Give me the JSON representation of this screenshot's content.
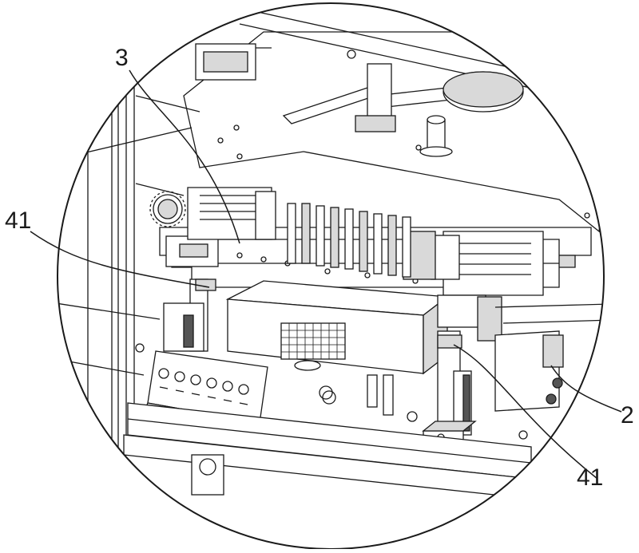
{
  "figure": {
    "labels": [
      {
        "id": "label-3",
        "text": "3"
      },
      {
        "id": "label-41-left",
        "text": "41"
      },
      {
        "id": "label-41-right",
        "text": "41"
      },
      {
        "id": "label-2",
        "text": "2"
      }
    ],
    "control_panel": {
      "button_count": 6
    },
    "colors": {
      "line": "#1a1a1a",
      "fill": "#ffffff",
      "shade": "#d9d9d9",
      "dark": "#555555"
    }
  }
}
